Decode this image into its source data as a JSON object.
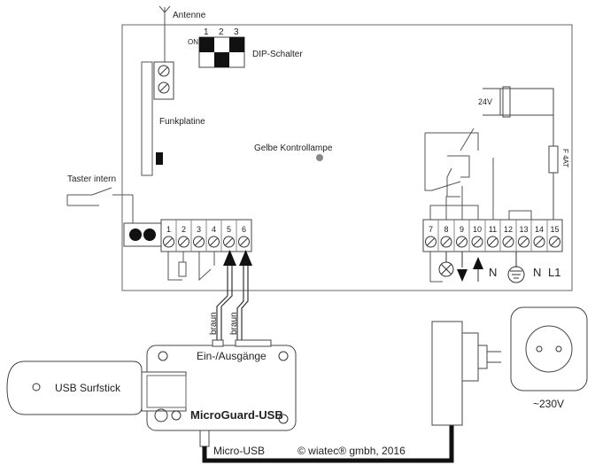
{
  "labels": {
    "antenna": "Antenne",
    "dip_on": "ON",
    "dip_numbers": [
      "1",
      "2",
      "3"
    ],
    "dip_switch": "DIP-Schalter",
    "radio_board": "Funkplatine",
    "yellow_lamp": "Gelbe Kontrollampe",
    "internal_button": "Taster intern",
    "voltage_24": "24V",
    "fuse": "F 4AT",
    "wire_left": "braun",
    "wire_right": "braun",
    "inputs_outputs": "Ein-/Ausgänge",
    "usb_stick": "USB Surfstick",
    "device_name": "MicroGuard-USB",
    "micro_usb": "Micro-USB",
    "copyright": "© wiatec® gmbh, 2016",
    "mains": "~230V",
    "terminal_n": "N",
    "terminal_n2": "N",
    "terminal_l1": "L1"
  },
  "terminals_left": [
    "1",
    "2",
    "3",
    "4",
    "5",
    "6"
  ],
  "terminals_right": [
    "7",
    "8",
    "9",
    "10",
    "11",
    "12",
    "13",
    "14",
    "15"
  ]
}
